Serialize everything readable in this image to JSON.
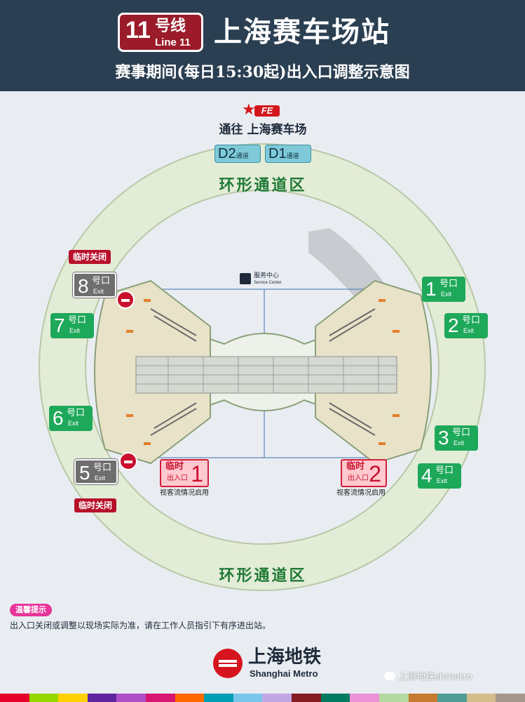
{
  "header": {
    "line_number": "11",
    "line_hao": "号线",
    "line_en": "Line 11",
    "station_name": "上海赛车场站",
    "subtitle": "赛事期间(每日15:30起)出入口调整示意图"
  },
  "diagram": {
    "fe_logo": "FE",
    "to_venue": "通往 上海赛车场",
    "passage_d2": {
      "code": "D2",
      "suffix": "通道"
    },
    "passage_d1": {
      "code": "D1",
      "suffix": "通道"
    },
    "ring_label_top": "环形通道区",
    "ring_label_bottom": "环形通道区",
    "service_center": {
      "zh": "服务中心",
      "en": "Service Center"
    },
    "exit_suffix_zh": "号口",
    "exit_suffix_en": "Exit",
    "exits": [
      {
        "num": "1",
        "status": "open"
      },
      {
        "num": "2",
        "status": "open"
      },
      {
        "num": "3",
        "status": "open"
      },
      {
        "num": "4",
        "status": "open"
      },
      {
        "num": "5",
        "status": "closed"
      },
      {
        "num": "6",
        "status": "open"
      },
      {
        "num": "7",
        "status": "open"
      },
      {
        "num": "8",
        "status": "closed"
      }
    ],
    "closed_tag": "临时关闭",
    "temp_exits": [
      {
        "line1": "临时",
        "line2": "出入口",
        "num": "1",
        "note": "视客流情况启用"
      },
      {
        "line1": "临时",
        "line2": "出入口",
        "num": "2",
        "note": "视客流情况启用"
      }
    ],
    "colors": {
      "ring": "#e3ecd6",
      "open_exit": "#1ea85a",
      "closed_exit": "#6e6e6e",
      "closed_tag": "#b8102a",
      "header_bg": "#2b3f52"
    }
  },
  "notice": {
    "badge": "温馨提示",
    "text": "出入口关闭或调整以现场实际为准，请在工作人员指引下有序进出站。"
  },
  "logo": {
    "zh": "上海地铁",
    "en": "Shanghai Metro"
  },
  "watermark": "上海地铁shmetro",
  "footer_colors": [
    "#e4002b",
    "#97d700",
    "#ffd100",
    "#5f259f",
    "#ac4fc6",
    "#d71671",
    "#ff6900",
    "#009eb4",
    "#78c7eb",
    "#c1a7e2",
    "#841c21",
    "#007b5f",
    "#ec91d8",
    "#b5d9a0",
    "#c77b30",
    "#4f9c96",
    "#d4bd8a",
    "#a5988c"
  ]
}
